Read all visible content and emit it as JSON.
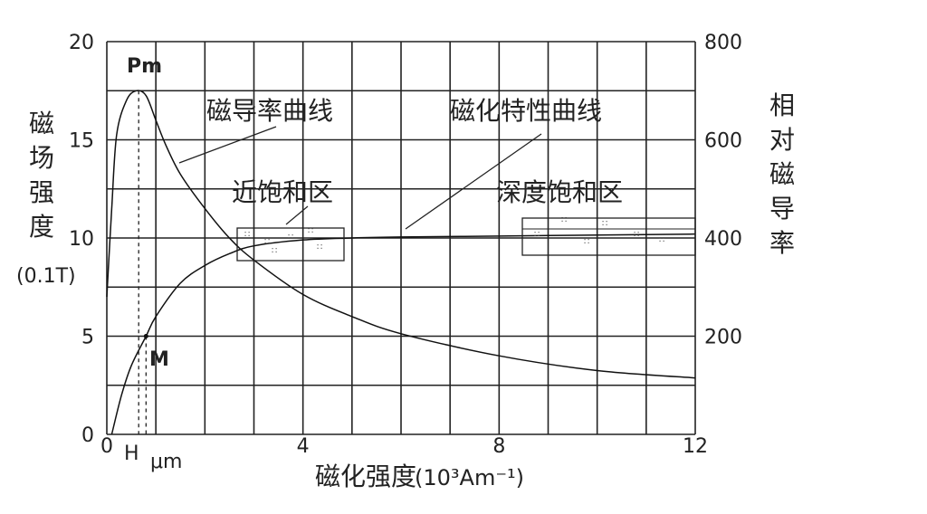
{
  "chart_data": {
    "type": "line",
    "xlabel": "磁化强度",
    "xunit": "(10³Am⁻¹)",
    "xlim": [
      0,
      12
    ],
    "x_ticks": [
      "0",
      "4",
      "8",
      "12"
    ],
    "x_tick_values": [
      0,
      4,
      8,
      12
    ],
    "x_extra_label": "H",
    "x_extra_label_sub": "μm",
    "x_extra_value": 0.8,
    "ylabel_left": "磁场强度",
    "ylabel_left_unit": "(0.1T)",
    "ylim_left": [
      0,
      20
    ],
    "y_ticks_left": [
      "0",
      "5",
      "10",
      "15",
      "20"
    ],
    "ylabel_right": "相对磁导率",
    "ylim_right": [
      0,
      800
    ],
    "y_ticks_right": [
      "200",
      "400",
      "600",
      "800"
    ],
    "grid": true,
    "series": [
      {
        "name": "磁化特性曲线",
        "axis": "left",
        "x": [
          0.1,
          0.3,
          0.5,
          0.8,
          1.0,
          1.5,
          2.0,
          2.5,
          3.0,
          4.0,
          5.0,
          6.0,
          8.0,
          10.0,
          12.0
        ],
        "y": [
          0.0,
          2.0,
          3.5,
          5.0,
          6.0,
          7.7,
          8.6,
          9.2,
          9.6,
          9.9,
          10.0,
          10.05,
          10.1,
          10.15,
          10.2
        ]
      },
      {
        "name": "磁导率曲线",
        "axis": "right",
        "x": [
          0.0,
          0.1,
          0.2,
          0.4,
          0.6,
          0.8,
          1.0,
          1.2,
          1.5,
          2.0,
          2.5,
          3.0,
          4.0,
          5.0,
          6.0,
          8.0,
          10.0,
          12.0
        ],
        "y": [
          280,
          460,
          610,
          680,
          700,
          690,
          640,
          590,
          530,
          460,
          400,
          355,
          285,
          240,
          205,
          160,
          130,
          115
        ]
      }
    ],
    "annotations": {
      "pm": "Pm",
      "m": "M",
      "curve_perm": "磁导率曲线",
      "curve_mag": "磁化特性曲线",
      "near_sat": "近饱和区",
      "deep_sat": "深度饱和区"
    },
    "pm_x": 0.65,
    "m_x": 0.8
  }
}
